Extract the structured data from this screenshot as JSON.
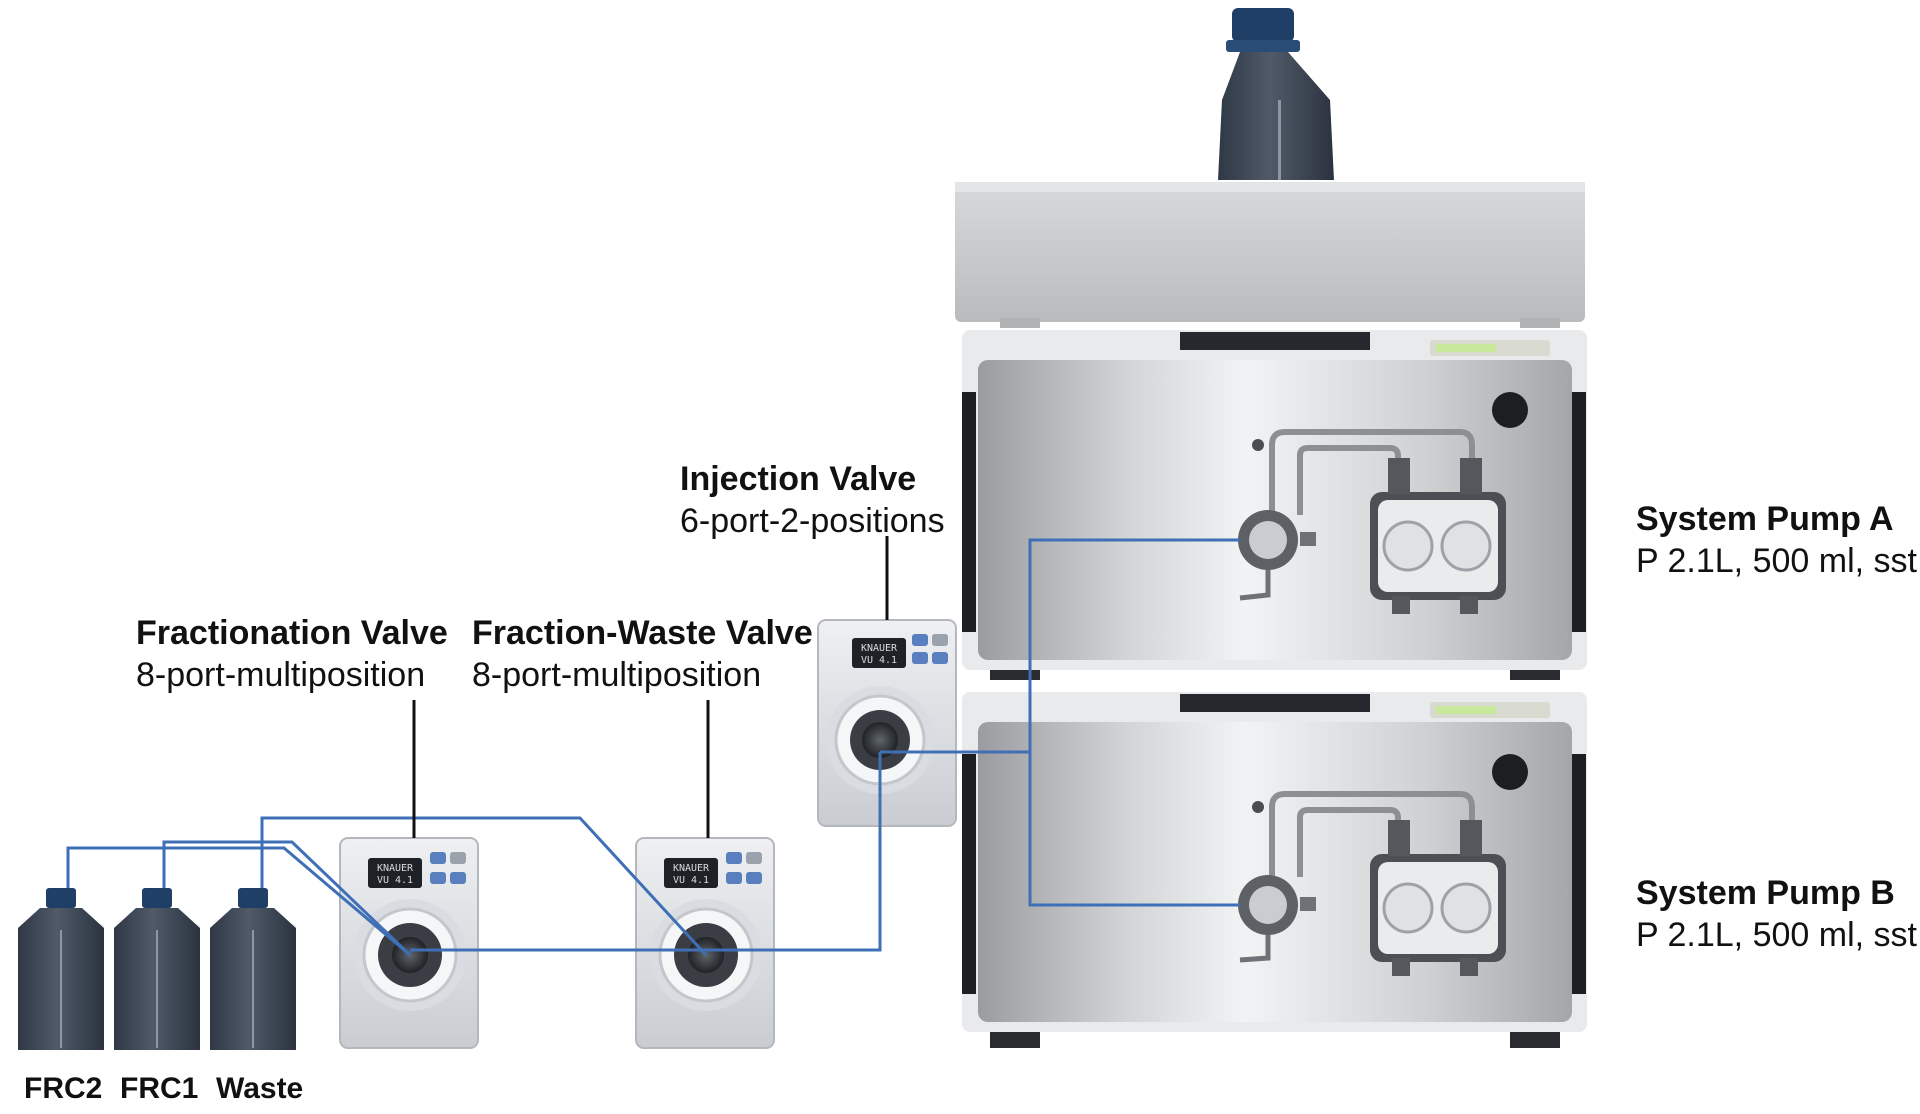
{
  "labels": {
    "injection_valve": {
      "title": "Injection Valve",
      "subtitle": "6-port-2-positions"
    },
    "fractionation_valve": {
      "title": "Fractionation Valve",
      "subtitle": "8-port-multiposition"
    },
    "fraction_waste_valve": {
      "title": "Fraction-Waste Valve",
      "subtitle": "8-port-multiposition"
    },
    "pump_a": {
      "title": "System Pump A",
      "subtitle": "P 2.1L, 500 ml, sst"
    },
    "pump_b": {
      "title": "System Pump B",
      "subtitle": "P 2.1L, 500 ml, sst"
    }
  },
  "bottles": {
    "frc2": "FRC2",
    "frc1": "FRC1",
    "waste": "Waste"
  },
  "valve_display": {
    "line1": "KNAUER",
    "line2": "VU 4.1"
  },
  "colors": {
    "tubing": "#3f6fb6",
    "leader_line": "#111111",
    "bottle_cap": "#1f3f66",
    "bottle_body": "#3c4655"
  },
  "icons": [
    "bottle-icon",
    "valve-icon",
    "pump-icon",
    "solvent-reservoir-icon"
  ]
}
